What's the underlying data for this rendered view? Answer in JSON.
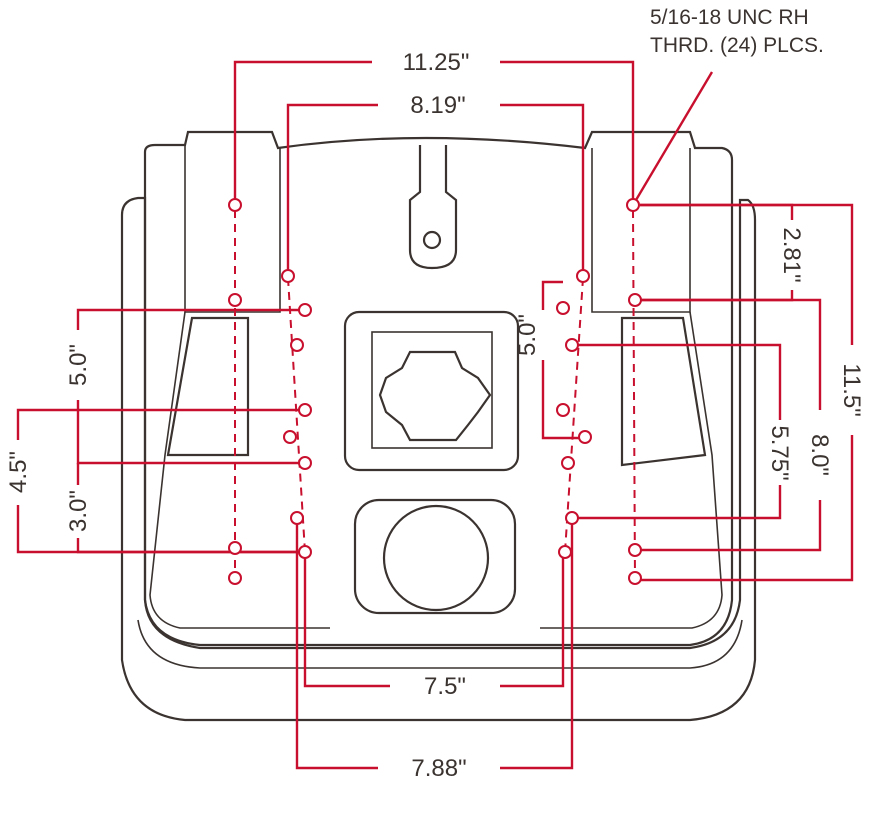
{
  "note": {
    "line1": "5/16-18 UNC RH",
    "line2": "THRD. (24) PLCS."
  },
  "dimensions": {
    "top_outer": "11.25\"",
    "top_inner": "8.19\"",
    "right_top": "2.81\"",
    "right_outer": "11.5\"",
    "right_mid": "8.0\"",
    "right_inner": "5.75\"",
    "center_right": "5.0\"",
    "left_inner": "5.0\"",
    "left_outer": "4.5\"",
    "left_lower": "3.0\"",
    "bottom_inner": "7.5\"",
    "bottom_outer": "7.88\""
  },
  "colors": {
    "dimension": "#c8102e",
    "outline": "#3a3330"
  }
}
